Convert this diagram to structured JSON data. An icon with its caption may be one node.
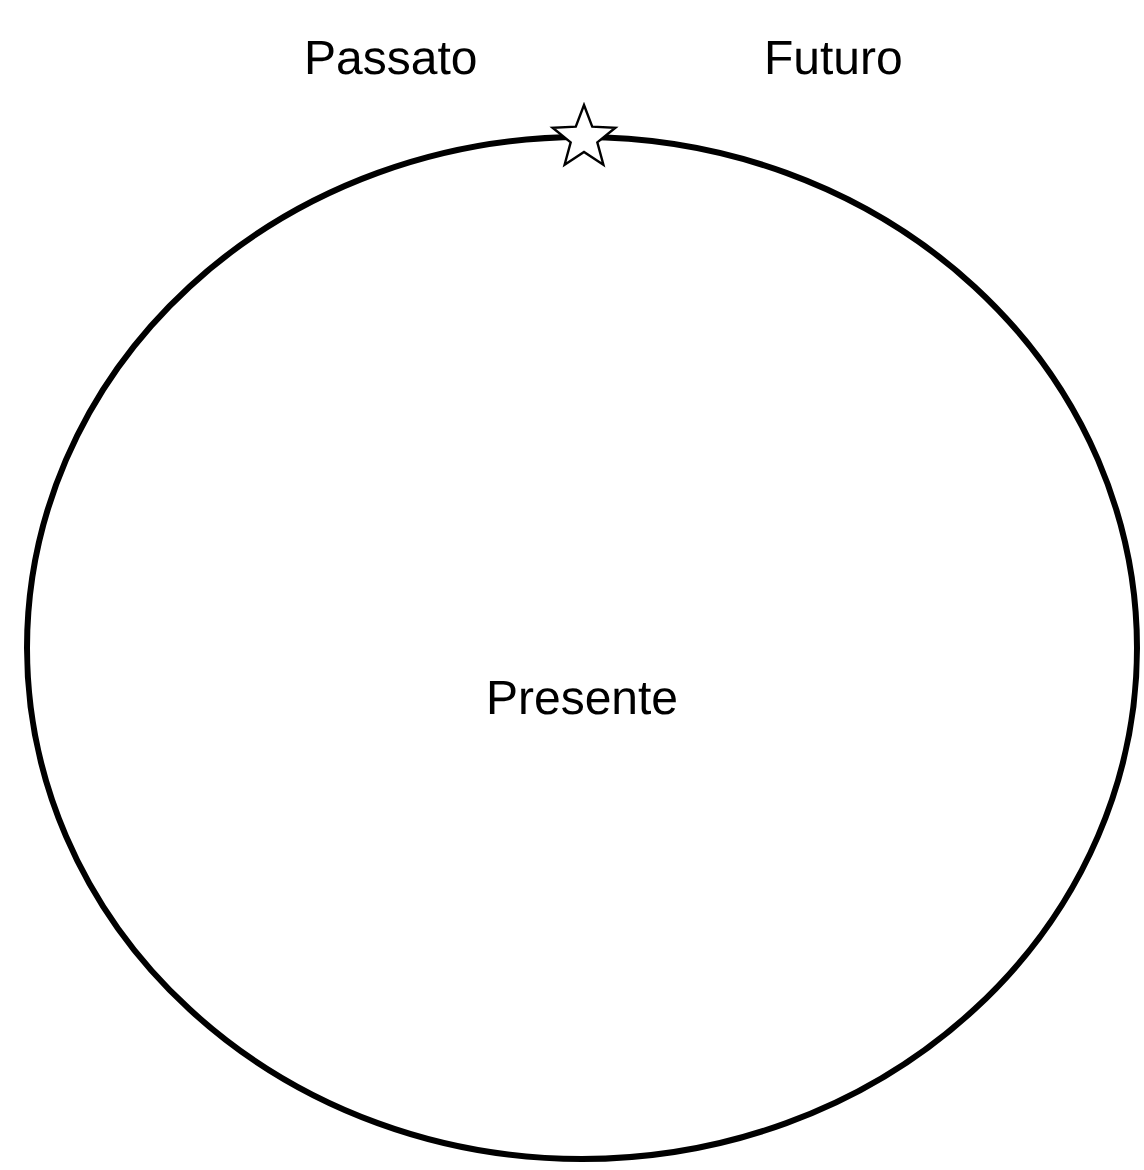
{
  "diagram": {
    "nodes": [
      {
        "text": [
          "Presente"
        ]
      }
    ],
    "labels": [
      "Passato",
      "Futuro"
    ]
  }
}
